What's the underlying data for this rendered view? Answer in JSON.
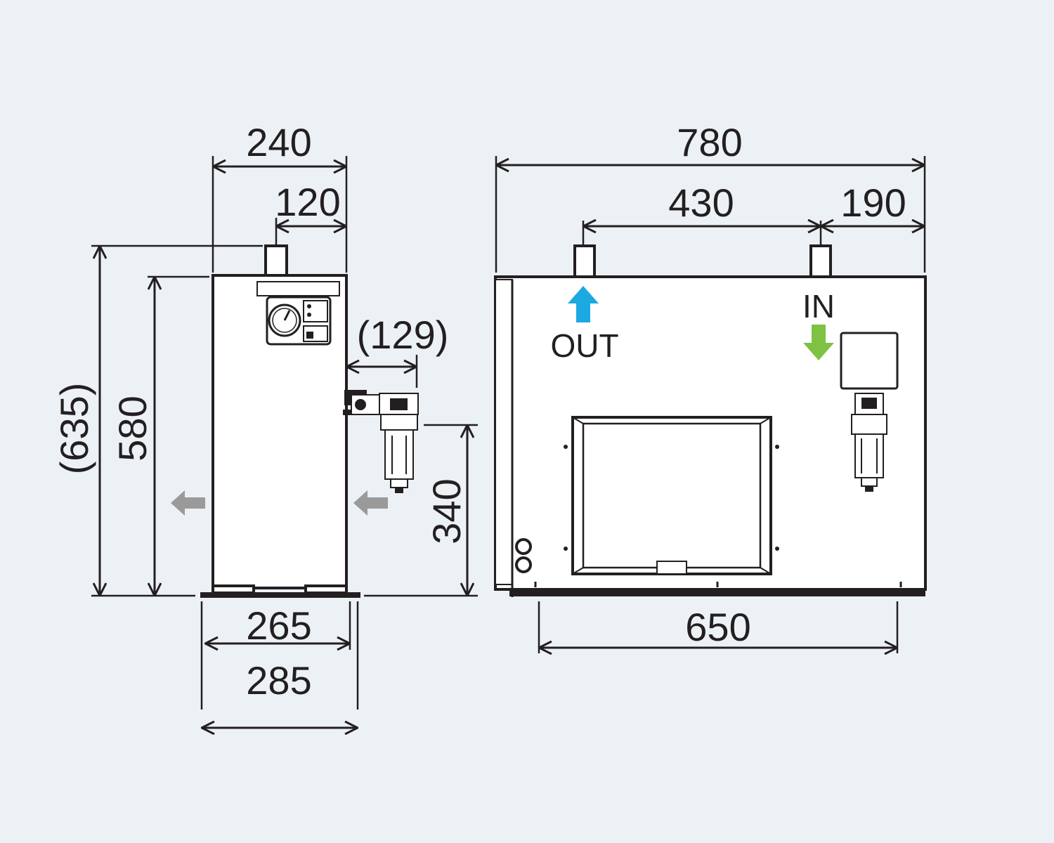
{
  "colors": {
    "background": "#ecf1f5",
    "line": "#231f20",
    "out_arrow": "#1ca9e1",
    "in_arrow": "#7dc242",
    "airflow_arrow": "#9a9a9a"
  },
  "side_view": {
    "width_top": "240",
    "port_offset": "120",
    "filter_depth": "(129)",
    "total_height": "(635)",
    "body_height": "580",
    "filter_height": "340",
    "base_inner": "265",
    "base_outer": "285"
  },
  "front_view": {
    "total_width": "780",
    "port_spacing": "430",
    "in_offset": "190",
    "base_width": "650",
    "out_label": "OUT",
    "in_label": "IN"
  }
}
